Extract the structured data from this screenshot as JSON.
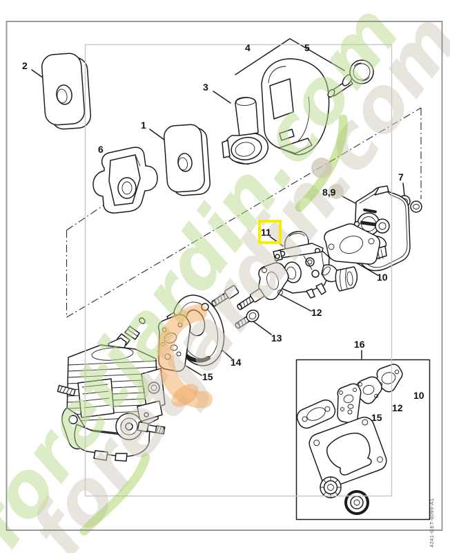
{
  "diagram": {
    "callouts": [
      "2",
      "1",
      "6",
      "3",
      "4",
      "5",
      "7",
      "8,9",
      "10",
      "11",
      "12",
      "13",
      "14",
      "15",
      "16",
      "10",
      "12",
      "15"
    ],
    "highlighted_callout": "11",
    "doc_code": "4241-GET-6099-A1",
    "watermark": {
      "text": "foretjardin.com"
    },
    "colors": {
      "highlight": "#f6ee00",
      "line": "#1c1c1c",
      "frame_outer": "#8f8f8f",
      "frame_inner": "#c6c6c6",
      "watermark_green": "#b9da8e",
      "watermark_bright_green": "#94c93d",
      "watermark_beige": "#d3ccc0",
      "watermark_orange": "#f2a75e"
    }
  }
}
